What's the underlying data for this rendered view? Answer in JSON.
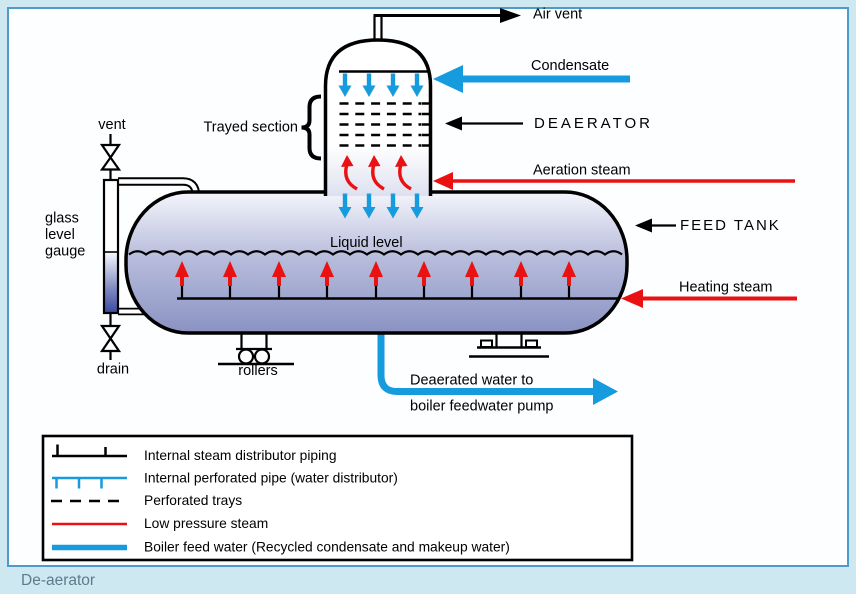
{
  "caption": "De-aerator",
  "colors": {
    "background": "#cde8f1",
    "panel_border": "#4e9ac9",
    "panel_fill": "#fdfeff",
    "water_blue": "#169bdf",
    "steam_red": "#ea1113",
    "outline_black": "#000000",
    "tank_fill_top": "#f4f5fb",
    "tank_fill_bottom": "#8a92c2",
    "caption_text": "#5e7b8b"
  },
  "labels": {
    "air_vent": "Air vent",
    "condensate": "Condensate",
    "deaerator": "DEAERATOR",
    "aeration_steam": "Aeration steam",
    "feed_tank": "FEED TANK",
    "heating_steam": "Heating steam",
    "vent": "vent",
    "trayed_section": "Trayed section",
    "glass_gauge_line1": "glass",
    "glass_gauge_line2": "level",
    "glass_gauge_line3": "gauge",
    "liquid_level": "Liquid level",
    "drain": "drain",
    "rollers": "rollers",
    "outlet_line1": "Deaerated water to",
    "outlet_line2": "boiler feedwater pump"
  },
  "legend": {
    "items": [
      {
        "symbol": "steam-distributor-symbol",
        "label": "Internal steam distributor piping"
      },
      {
        "symbol": "perforated-pipe-symbol",
        "label": "Internal perforated pipe (water distributor)"
      },
      {
        "symbol": "perforated-trays-symbol",
        "label": "Perforated trays"
      },
      {
        "symbol": "low-pressure-steam-symbol",
        "label": "Low pressure steam"
      },
      {
        "symbol": "boiler-feed-water-symbol",
        "label": "Boiler feed water (Recycled condensate and makeup water)"
      }
    ]
  }
}
